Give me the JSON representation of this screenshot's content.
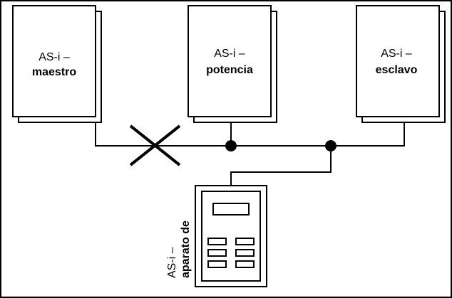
{
  "boxes": {
    "master": {
      "line1": "AS-i –",
      "line2": "maestro"
    },
    "power": {
      "line1": "AS-i –",
      "line2": "potencia"
    },
    "slave": {
      "line1": "AS-i –",
      "line2": "esclavo"
    }
  },
  "handheld": {
    "line1": "AS-i –",
    "line2": "aparato de"
  },
  "colors": {
    "stroke": "#000000",
    "background": "#ffffff"
  }
}
